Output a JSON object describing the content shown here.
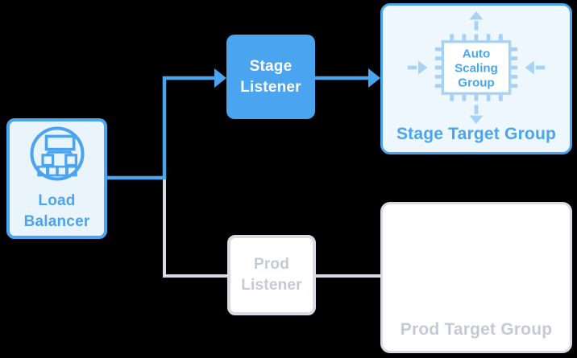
{
  "diagram": {
    "type": "architecture-flow",
    "background": "#000000"
  },
  "colors": {
    "accent_blue": "#4AA4EF",
    "light_blue_fill": "#EAF4FD",
    "pale_blue_fill": "#EEF6FE",
    "icon_light_blue": "#A5D2F5",
    "gray_border": "#D8DBE2",
    "gray_text": "#C4CAD5",
    "white": "#FFFFFF"
  },
  "nodes": {
    "load_balancer": {
      "label_lines": [
        "Load",
        "Balancer"
      ],
      "icon": "load-balancer-hierarchy-icon"
    },
    "stage_listener": {
      "label_lines": [
        "Stage",
        "Listener"
      ],
      "state": "active"
    },
    "prod_listener": {
      "label_lines": [
        "Prod",
        "Listener"
      ],
      "state": "inactive"
    },
    "stage_target_group": {
      "title": "Stage Target Group",
      "icon": "auto-scaling-group-chip-icon",
      "icon_label_lines": [
        "Auto",
        "Scaling",
        "Group"
      ],
      "state": "active"
    },
    "prod_target_group": {
      "title": "Prod Target Group",
      "state": "inactive"
    }
  },
  "connections": [
    {
      "from": "load_balancer",
      "to": "stage_listener",
      "style": "blue-arrow"
    },
    {
      "from": "stage_listener",
      "to": "stage_target_group",
      "style": "blue-arrow"
    },
    {
      "from": "load_balancer",
      "to": "prod_listener",
      "style": "gray-line"
    },
    {
      "from": "prod_listener",
      "to": "prod_target_group",
      "style": "gray-line"
    }
  ]
}
